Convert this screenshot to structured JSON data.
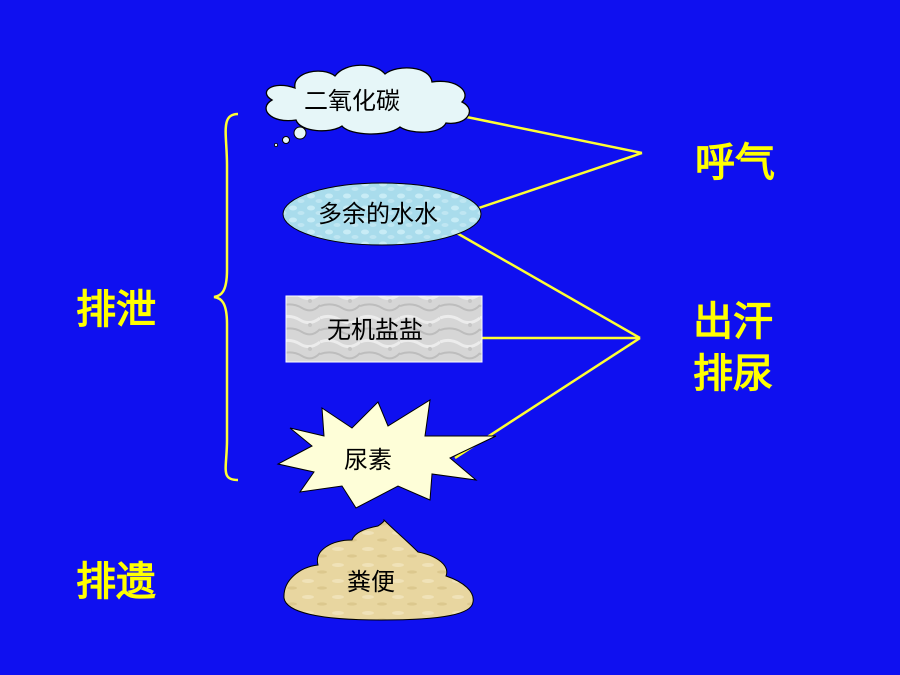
{
  "colors": {
    "background": "#0f10f0",
    "connector": "#ffff33",
    "side_label": "#ffff00",
    "node_text": "#000000"
  },
  "left_labels": {
    "excretion": "排泄",
    "egestion": "排遗"
  },
  "right_labels": {
    "exhale": "呼气",
    "sweat": "出汗",
    "urinate": "排尿"
  },
  "nodes": {
    "co2": {
      "label": "二氧化碳",
      "shape": "thought-cloud",
      "fill": "#e6f6f8"
    },
    "water": {
      "label": "多余的水水",
      "shape": "ellipse",
      "fill": "#a9dcec"
    },
    "salt": {
      "label": "无机盐盐",
      "shape": "rectangle",
      "fill": "#d7d7d7"
    },
    "urea": {
      "label": "尿素",
      "shape": "explosion",
      "fill": "#fefed8"
    },
    "feces": {
      "label": "粪便",
      "shape": "mound",
      "fill": "#e8d6a0"
    }
  }
}
